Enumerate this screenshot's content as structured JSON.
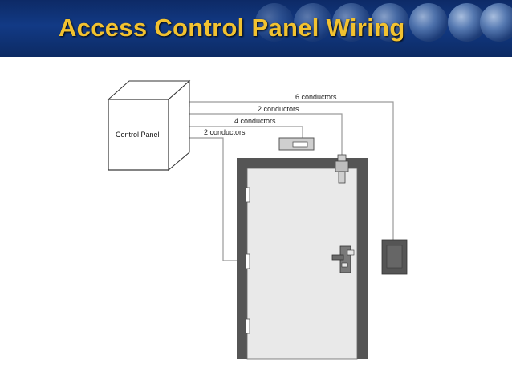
{
  "header": {
    "title": "Access Control Panel Wiring"
  },
  "diagram": {
    "control_panel_label": "Control Panel",
    "conductor_labels": [
      "6 conductors",
      "2 conductors",
      "4 conductors",
      "2 conductors"
    ]
  },
  "colors": {
    "banner": "#123a85",
    "title": "#f2c230",
    "door_frame": "#555555",
    "door_leaf": "#e9e9e9",
    "wire": "#9a9a9a"
  }
}
